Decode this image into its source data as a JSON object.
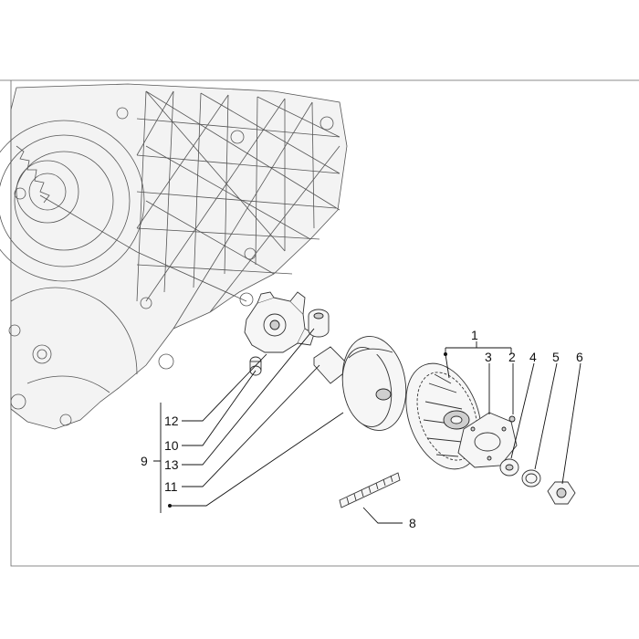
{
  "callouts": {
    "c1": "1",
    "c2": "2",
    "c3": "3",
    "c4": "4",
    "c5": "5",
    "c6": "6",
    "c8": "8",
    "c9": "9",
    "c10": "10",
    "c11": "11",
    "c12": "12",
    "c13": "13"
  }
}
